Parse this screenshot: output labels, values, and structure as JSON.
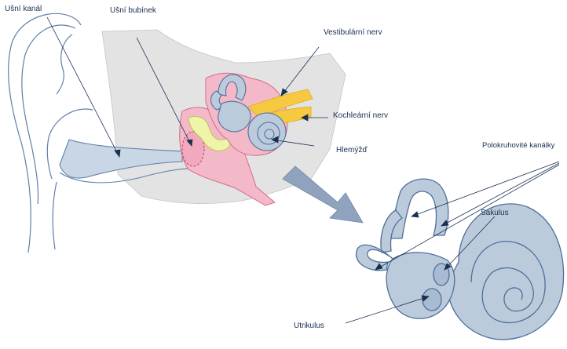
{
  "labels": {
    "ear_canal": "Ušní kanál",
    "eardrum": "Ušní bubínek",
    "vestibular_nerve": "Vestibulární nerv",
    "cochlear_nerve": "Kochleární nerv",
    "cochlea": "Hlemýžď",
    "semicircular_canals": "Polokruhovité kanálky",
    "saccule": "Sakulus",
    "utricle": "Utrikulus"
  },
  "colors": {
    "skin_outline": "#5f7fa8",
    "ear_canal_fill": "#c8d6e6",
    "bone_fill": "#d9d9d9",
    "middle_ear_fill": "#f4b9c9",
    "middle_ear_outline": "#d46a8a",
    "ossicles_fill": "#eef4a8",
    "inner_ear_fill": "#bccbdc",
    "inner_ear_outline": "#4e6f98",
    "nerve_fill": "#f7c940",
    "arrow_fill": "#8fa3bf",
    "label_text": "#1a3050"
  }
}
